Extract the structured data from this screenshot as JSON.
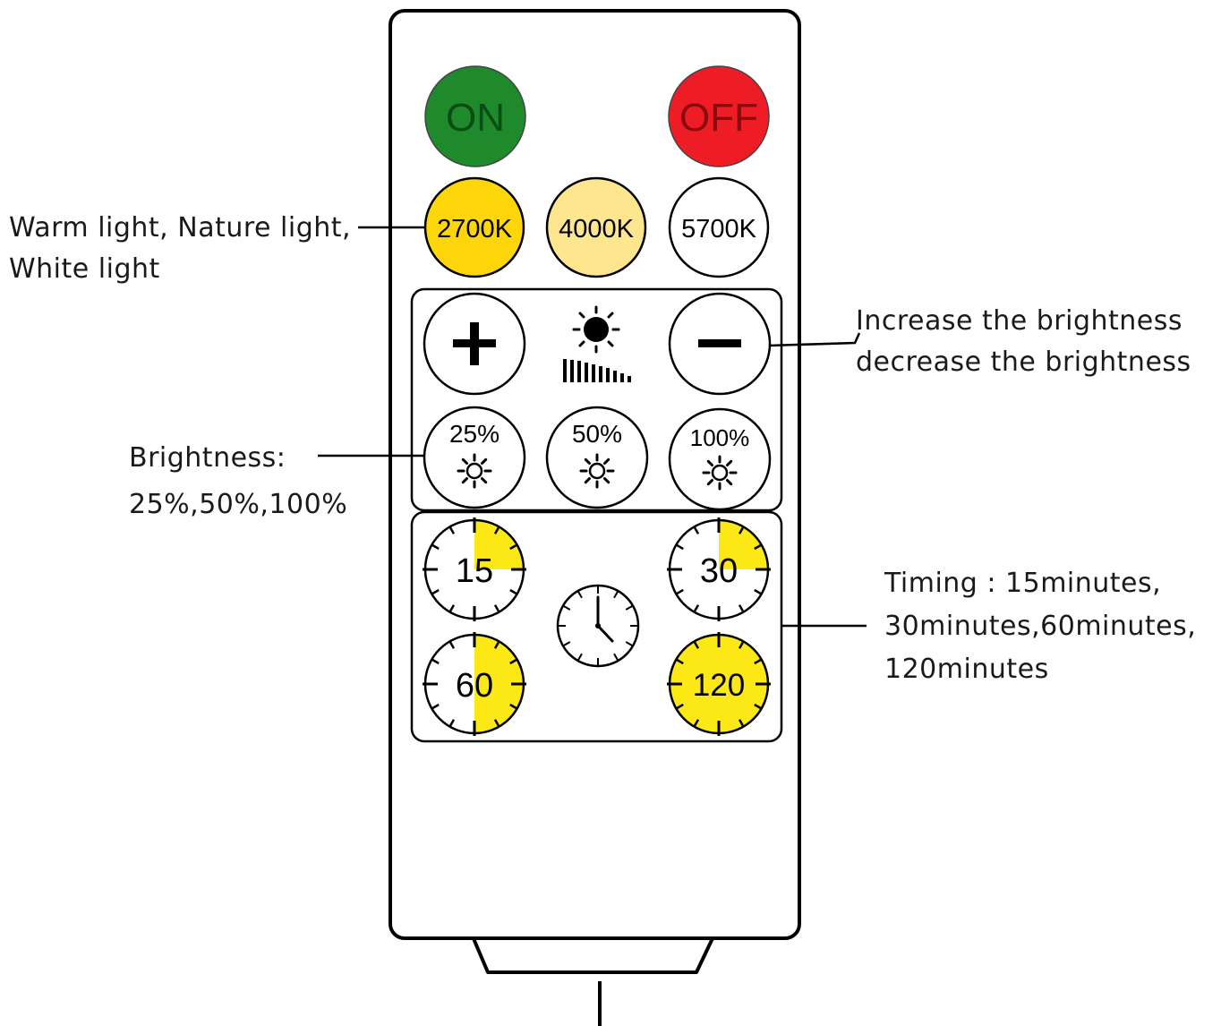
{
  "remote": {
    "on_label": "ON",
    "off_label": "OFF",
    "colors": {
      "on": "#1e8a2c",
      "off": "#ee1c24",
      "warm": "#fdd60a",
      "nature": "#fde68e",
      "white": "#ffffff",
      "timer_fill": "#fbe814"
    },
    "color_temps": [
      "2700K",
      "4000K",
      "5700K"
    ],
    "brightness_presets": [
      "25%",
      "50%",
      "100%"
    ],
    "timers": [
      "15",
      "30",
      "60",
      "120"
    ]
  },
  "annotations": {
    "color_temp": [
      "Warm light, Nature light,",
      "White light"
    ],
    "brightness_adjust": [
      "Increase the brightness",
      "decrease the brightness"
    ],
    "brightness_presets": [
      "Brightness:",
      "25%,50%,100%"
    ],
    "timing": [
      "Timing : 15minutes,",
      "30minutes,60minutes,",
      "120minutes"
    ]
  }
}
